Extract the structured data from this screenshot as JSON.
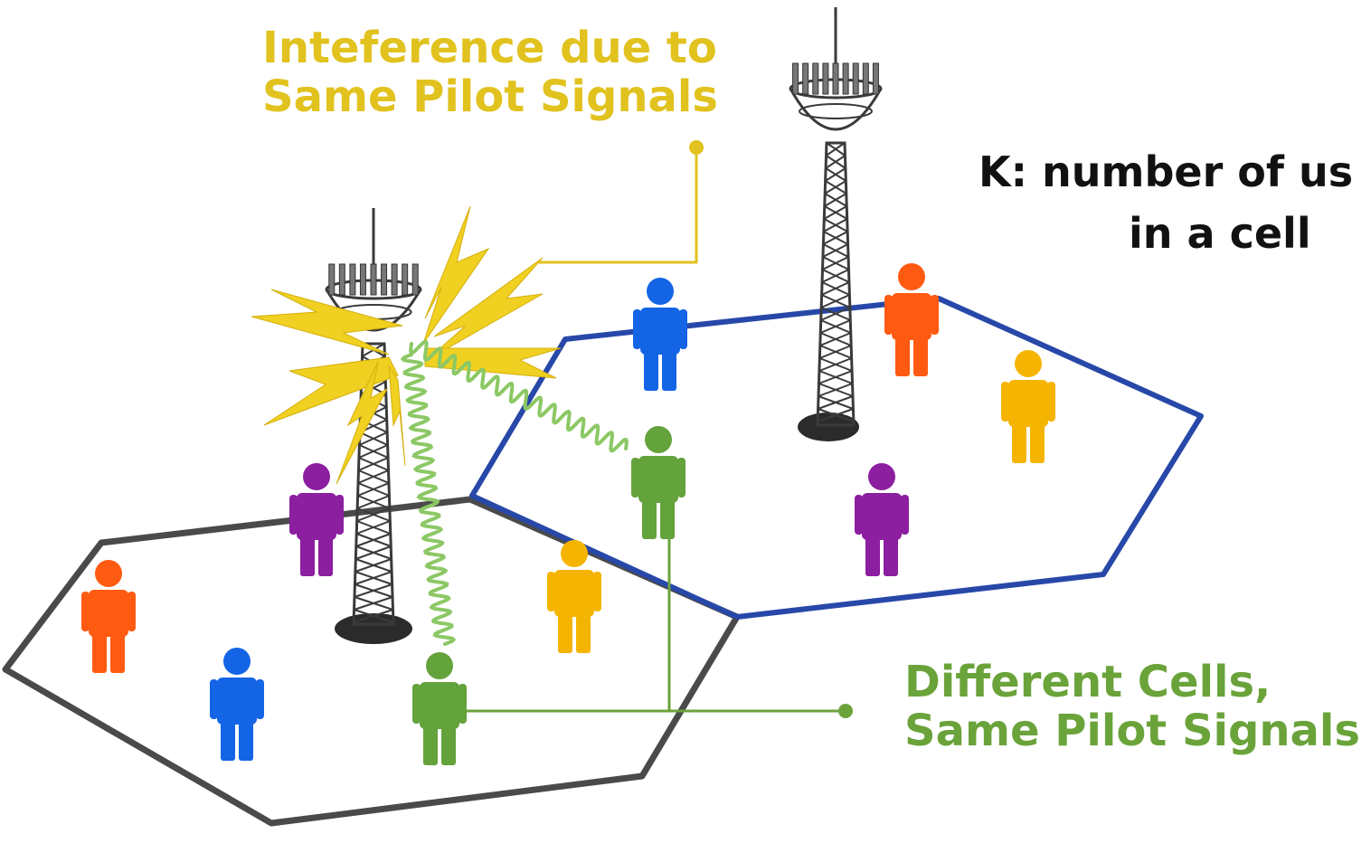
{
  "labels": {
    "interference": [
      "Inteference due to",
      "Same Pilot Signals"
    ],
    "k_note": [
      "K: number of us",
      "in a cell"
    ],
    "same_pilot": [
      "Different Cells,",
      "Same Pilot Signals"
    ]
  },
  "colors": {
    "interference_text": "#e1c21e",
    "same_pilot_text": "#6aa33a",
    "cell_border_left": "#4a4a4a",
    "cell_border_right": "#2748a8",
    "tower": "#3a3a3a",
    "bolt": "#f0d020",
    "wave": "#8cc865",
    "user_orange": "#ff5a12",
    "user_blue": "#1464e6",
    "user_purple": "#8c1ea0",
    "user_yellow": "#f5b400",
    "user_green": "#64a23c"
  },
  "icons": [
    "cell-tower-icon",
    "lightning-bolt-icon",
    "user-figure-icon",
    "signal-wave-icon"
  ]
}
